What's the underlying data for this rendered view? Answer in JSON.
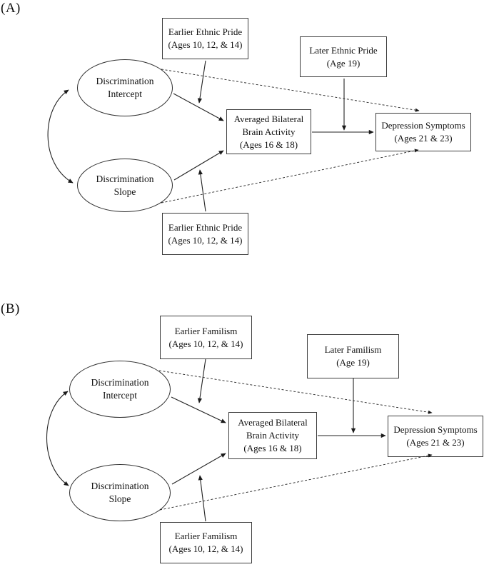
{
  "figure": {
    "colors": {
      "line": "#222222",
      "arrowhead": "#1a1a1a",
      "box_border": "#3d3d3d",
      "text": "#111111",
      "background": "#ffffff"
    },
    "panels": [
      {
        "tag": "(A)",
        "nodes": {
          "earlier_top": {
            "line1": "Earlier Ethnic Pride",
            "line2": "(Ages 10, 12, & 14)"
          },
          "later": {
            "line1": "Later Ethnic Pride",
            "line2": "(Age 19)"
          },
          "intercept": {
            "line1": "Discrimination",
            "line2": "Intercept"
          },
          "slope": {
            "line1": "Discrimination",
            "line2": "Slope"
          },
          "brain": {
            "line1": "Averaged Bilateral",
            "line2": "Brain Activity",
            "line3": "(Ages 16 & 18)"
          },
          "depression": {
            "line1": "Depression Symptoms",
            "line2": "(Ages 21 & 23)"
          },
          "earlier_bottom": {
            "line1": "Earlier Ethnic Pride",
            "line2": "(Ages 10, 12, & 14)"
          }
        }
      },
      {
        "tag": "(B)",
        "nodes": {
          "earlier_top": {
            "line1": "Earlier Familism",
            "line2": "(Ages 10, 12, & 14)"
          },
          "later": {
            "line1": "Later Familism",
            "line2": "(Age 19)"
          },
          "intercept": {
            "line1": "Discrimination",
            "line2": "Intercept"
          },
          "slope": {
            "line1": "Discrimination",
            "line2": "Slope"
          },
          "brain": {
            "line1": "Averaged Bilateral",
            "line2": "Brain Activity",
            "line3": "(Ages 16 & 18)"
          },
          "depression": {
            "line1": "Depression Symptoms",
            "line2": "(Ages 21 & 23)"
          },
          "earlier_bottom": {
            "line1": "Earlier Familism",
            "line2": "(Ages 10, 12, & 14)"
          }
        }
      }
    ]
  }
}
